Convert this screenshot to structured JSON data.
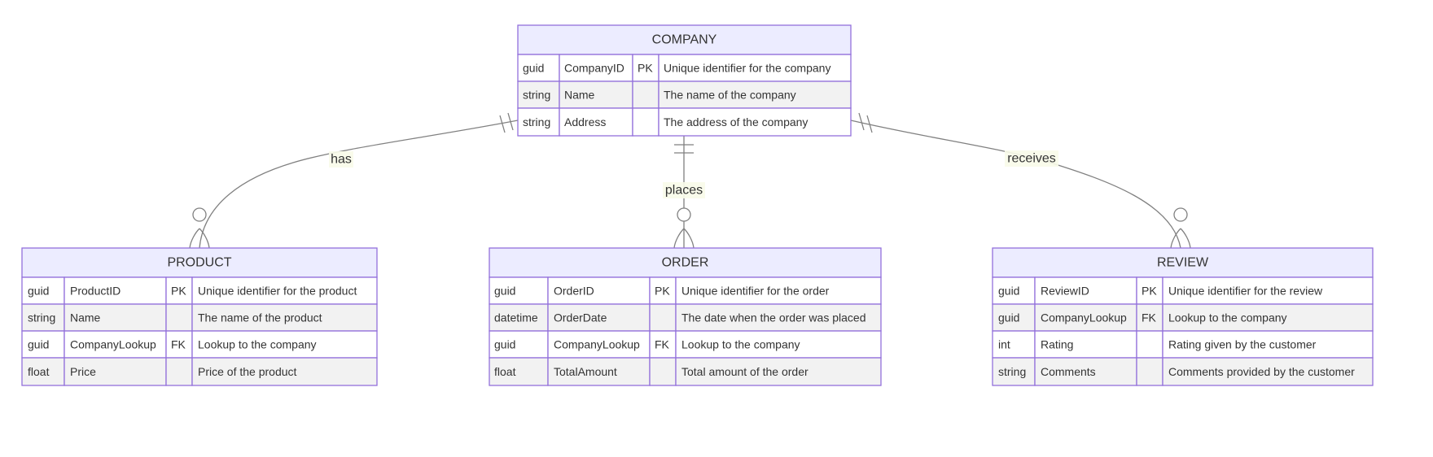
{
  "entities": {
    "company": {
      "name": "COMPANY",
      "attributes": [
        {
          "type": "guid",
          "name": "CompanyID",
          "key": "PK",
          "comment": "Unique identifier for the company"
        },
        {
          "type": "string",
          "name": "Name",
          "key": "",
          "comment": "The name of the company"
        },
        {
          "type": "string",
          "name": "Address",
          "key": "",
          "comment": "The address of the company"
        }
      ]
    },
    "product": {
      "name": "PRODUCT",
      "attributes": [
        {
          "type": "guid",
          "name": "ProductID",
          "key": "PK",
          "comment": "Unique identifier for the product"
        },
        {
          "type": "string",
          "name": "Name",
          "key": "",
          "comment": "The name of the product"
        },
        {
          "type": "guid",
          "name": "CompanyLookup",
          "key": "FK",
          "comment": "Lookup to the company"
        },
        {
          "type": "float",
          "name": "Price",
          "key": "",
          "comment": "Price of the product"
        }
      ]
    },
    "order": {
      "name": "ORDER",
      "attributes": [
        {
          "type": "guid",
          "name": "OrderID",
          "key": "PK",
          "comment": "Unique identifier for the order"
        },
        {
          "type": "datetime",
          "name": "OrderDate",
          "key": "",
          "comment": "The date when the order was placed"
        },
        {
          "type": "guid",
          "name": "CompanyLookup",
          "key": "FK",
          "comment": "Lookup to the company"
        },
        {
          "type": "float",
          "name": "TotalAmount",
          "key": "",
          "comment": "Total amount of the order"
        }
      ]
    },
    "review": {
      "name": "REVIEW",
      "attributes": [
        {
          "type": "guid",
          "name": "ReviewID",
          "key": "PK",
          "comment": "Unique identifier for the review"
        },
        {
          "type": "guid",
          "name": "CompanyLookup",
          "key": "FK",
          "comment": "Lookup to the company"
        },
        {
          "type": "int",
          "name": "Rating",
          "key": "",
          "comment": "Rating given by the customer"
        },
        {
          "type": "string",
          "name": "Comments",
          "key": "",
          "comment": "Comments provided by the customer"
        }
      ]
    }
  },
  "relationships": [
    {
      "from": "COMPANY",
      "to": "PRODUCT",
      "label": "has",
      "from_cardinality": "exactly-one",
      "to_cardinality": "zero-or-more"
    },
    {
      "from": "COMPANY",
      "to": "ORDER",
      "label": "places",
      "from_cardinality": "exactly-one",
      "to_cardinality": "zero-or-more"
    },
    {
      "from": "COMPANY",
      "to": "REVIEW",
      "label": "receives",
      "from_cardinality": "exactly-one",
      "to_cardinality": "zero-or-more"
    }
  ],
  "colors": {
    "header_fill": "#ececff",
    "border": "#9370db",
    "row_alt_fill": "#f2f2f2",
    "line": "#808080",
    "label_bg": "#f8fbe9",
    "text": "#333333"
  }
}
